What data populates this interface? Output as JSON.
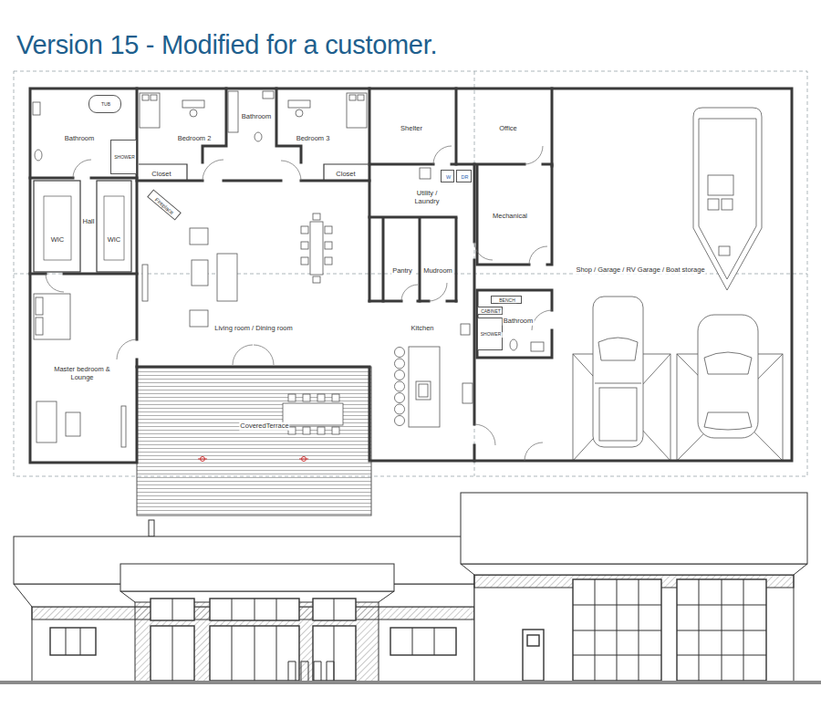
{
  "diagram": {
    "title": "Version 15 - Modified for a customer.",
    "nodes": [
      {
        "text": [
          "Bathroom"
        ]
      },
      {
        "text": [
          "TUB"
        ],
        "in": 0
      },
      {
        "text": [
          "SHOWER"
        ],
        "in": 0
      },
      {
        "text": [
          "Bedroom 2"
        ]
      },
      {
        "text": [
          "Closet"
        ],
        "in": 3
      },
      {
        "text": [
          "Bathroom"
        ]
      },
      {
        "text": [
          "Bedroom 3"
        ]
      },
      {
        "text": [
          "Closet"
        ],
        "in": 6
      },
      {
        "text": [
          "Shelter"
        ]
      },
      {
        "text": [
          "Office"
        ]
      },
      {
        "text": [
          "Utility / Laundry"
        ]
      },
      {
        "text": [
          "W"
        ],
        "in": 10
      },
      {
        "text": [
          "DR"
        ],
        "in": 10
      },
      {
        "text": [
          "Hall"
        ]
      },
      {
        "text": [
          "WIC"
        ]
      },
      {
        "text": [
          "WIC"
        ]
      },
      {
        "text": [
          "Mechanical"
        ]
      },
      {
        "text": [
          "Living room / Dining room"
        ]
      },
      {
        "text": [
          "Fireplace"
        ],
        "in": 17
      },
      {
        "text": [
          "Pantry"
        ]
      },
      {
        "text": [
          "Mudroom"
        ]
      },
      {
        "text": [
          "Shop / Garage / RV Garage / Boat storage"
        ]
      },
      {
        "text": [
          "Master bedroom & Lounge"
        ]
      },
      {
        "text": [
          "Kitchen"
        ]
      },
      {
        "text": [
          "Bathroom"
        ]
      },
      {
        "text": [
          "BENCH"
        ],
        "in": 24
      },
      {
        "text": [
          "CABINET"
        ],
        "in": 24
      },
      {
        "text": [
          "SHOWER"
        ],
        "in": 24
      },
      {
        "text": [
          "CoveredTerrace"
        ]
      }
    ]
  }
}
